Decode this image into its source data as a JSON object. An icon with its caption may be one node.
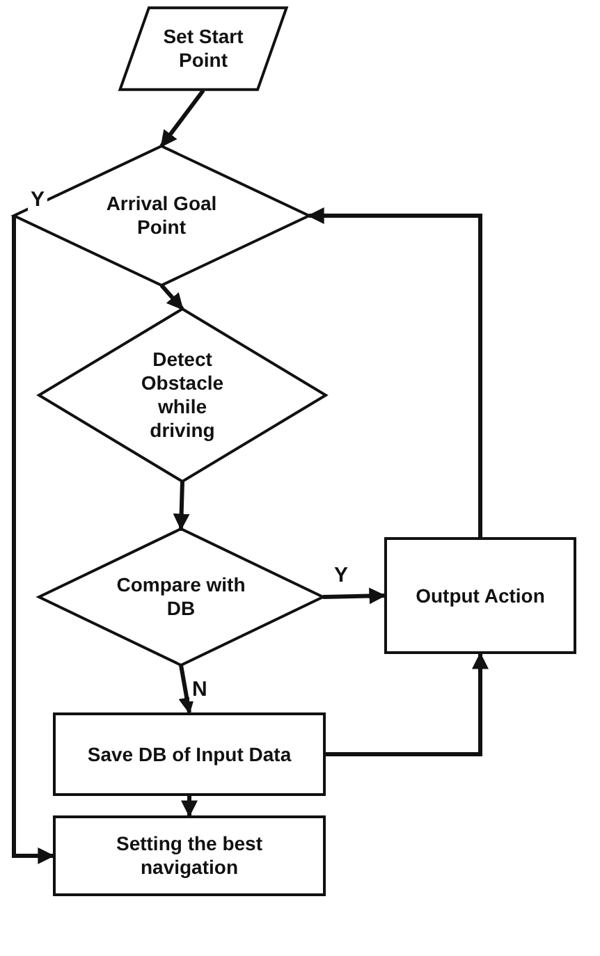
{
  "diagram": {
    "nodes": [
      {
        "text": [
          "Set Start Point"
        ]
      },
      {
        "text": [
          "Arrival Goal Point"
        ]
      },
      {
        "text": [
          "Detect Obstacle while driving"
        ]
      },
      {
        "text": [
          "Compare with DB"
        ]
      },
      {
        "text": [
          "Output Action"
        ]
      },
      {
        "text": [
          "Save DB of Input Data"
        ]
      },
      {
        "text": [
          "Setting the best navigation"
        ]
      }
    ],
    "edges": [
      {
        "from": 0,
        "to": 1,
        "arrow": "to"
      },
      {
        "from": 1,
        "to": 2,
        "arrow": "to"
      },
      {
        "from": 2,
        "to": 3,
        "arrow": "to"
      },
      {
        "from": 3,
        "to": 4,
        "arrow": "to",
        "label": "Y"
      },
      {
        "from": 3,
        "to": 5,
        "arrow": "to",
        "label": "N"
      },
      {
        "from": 4,
        "to": 1,
        "arrow": "to"
      },
      {
        "from": 5,
        "to": 4,
        "arrow": "to"
      },
      {
        "from": 5,
        "to": 6,
        "arrow": "to"
      },
      {
        "from": 1,
        "to": 6,
        "arrow": "to",
        "label": "Y"
      }
    ]
  }
}
